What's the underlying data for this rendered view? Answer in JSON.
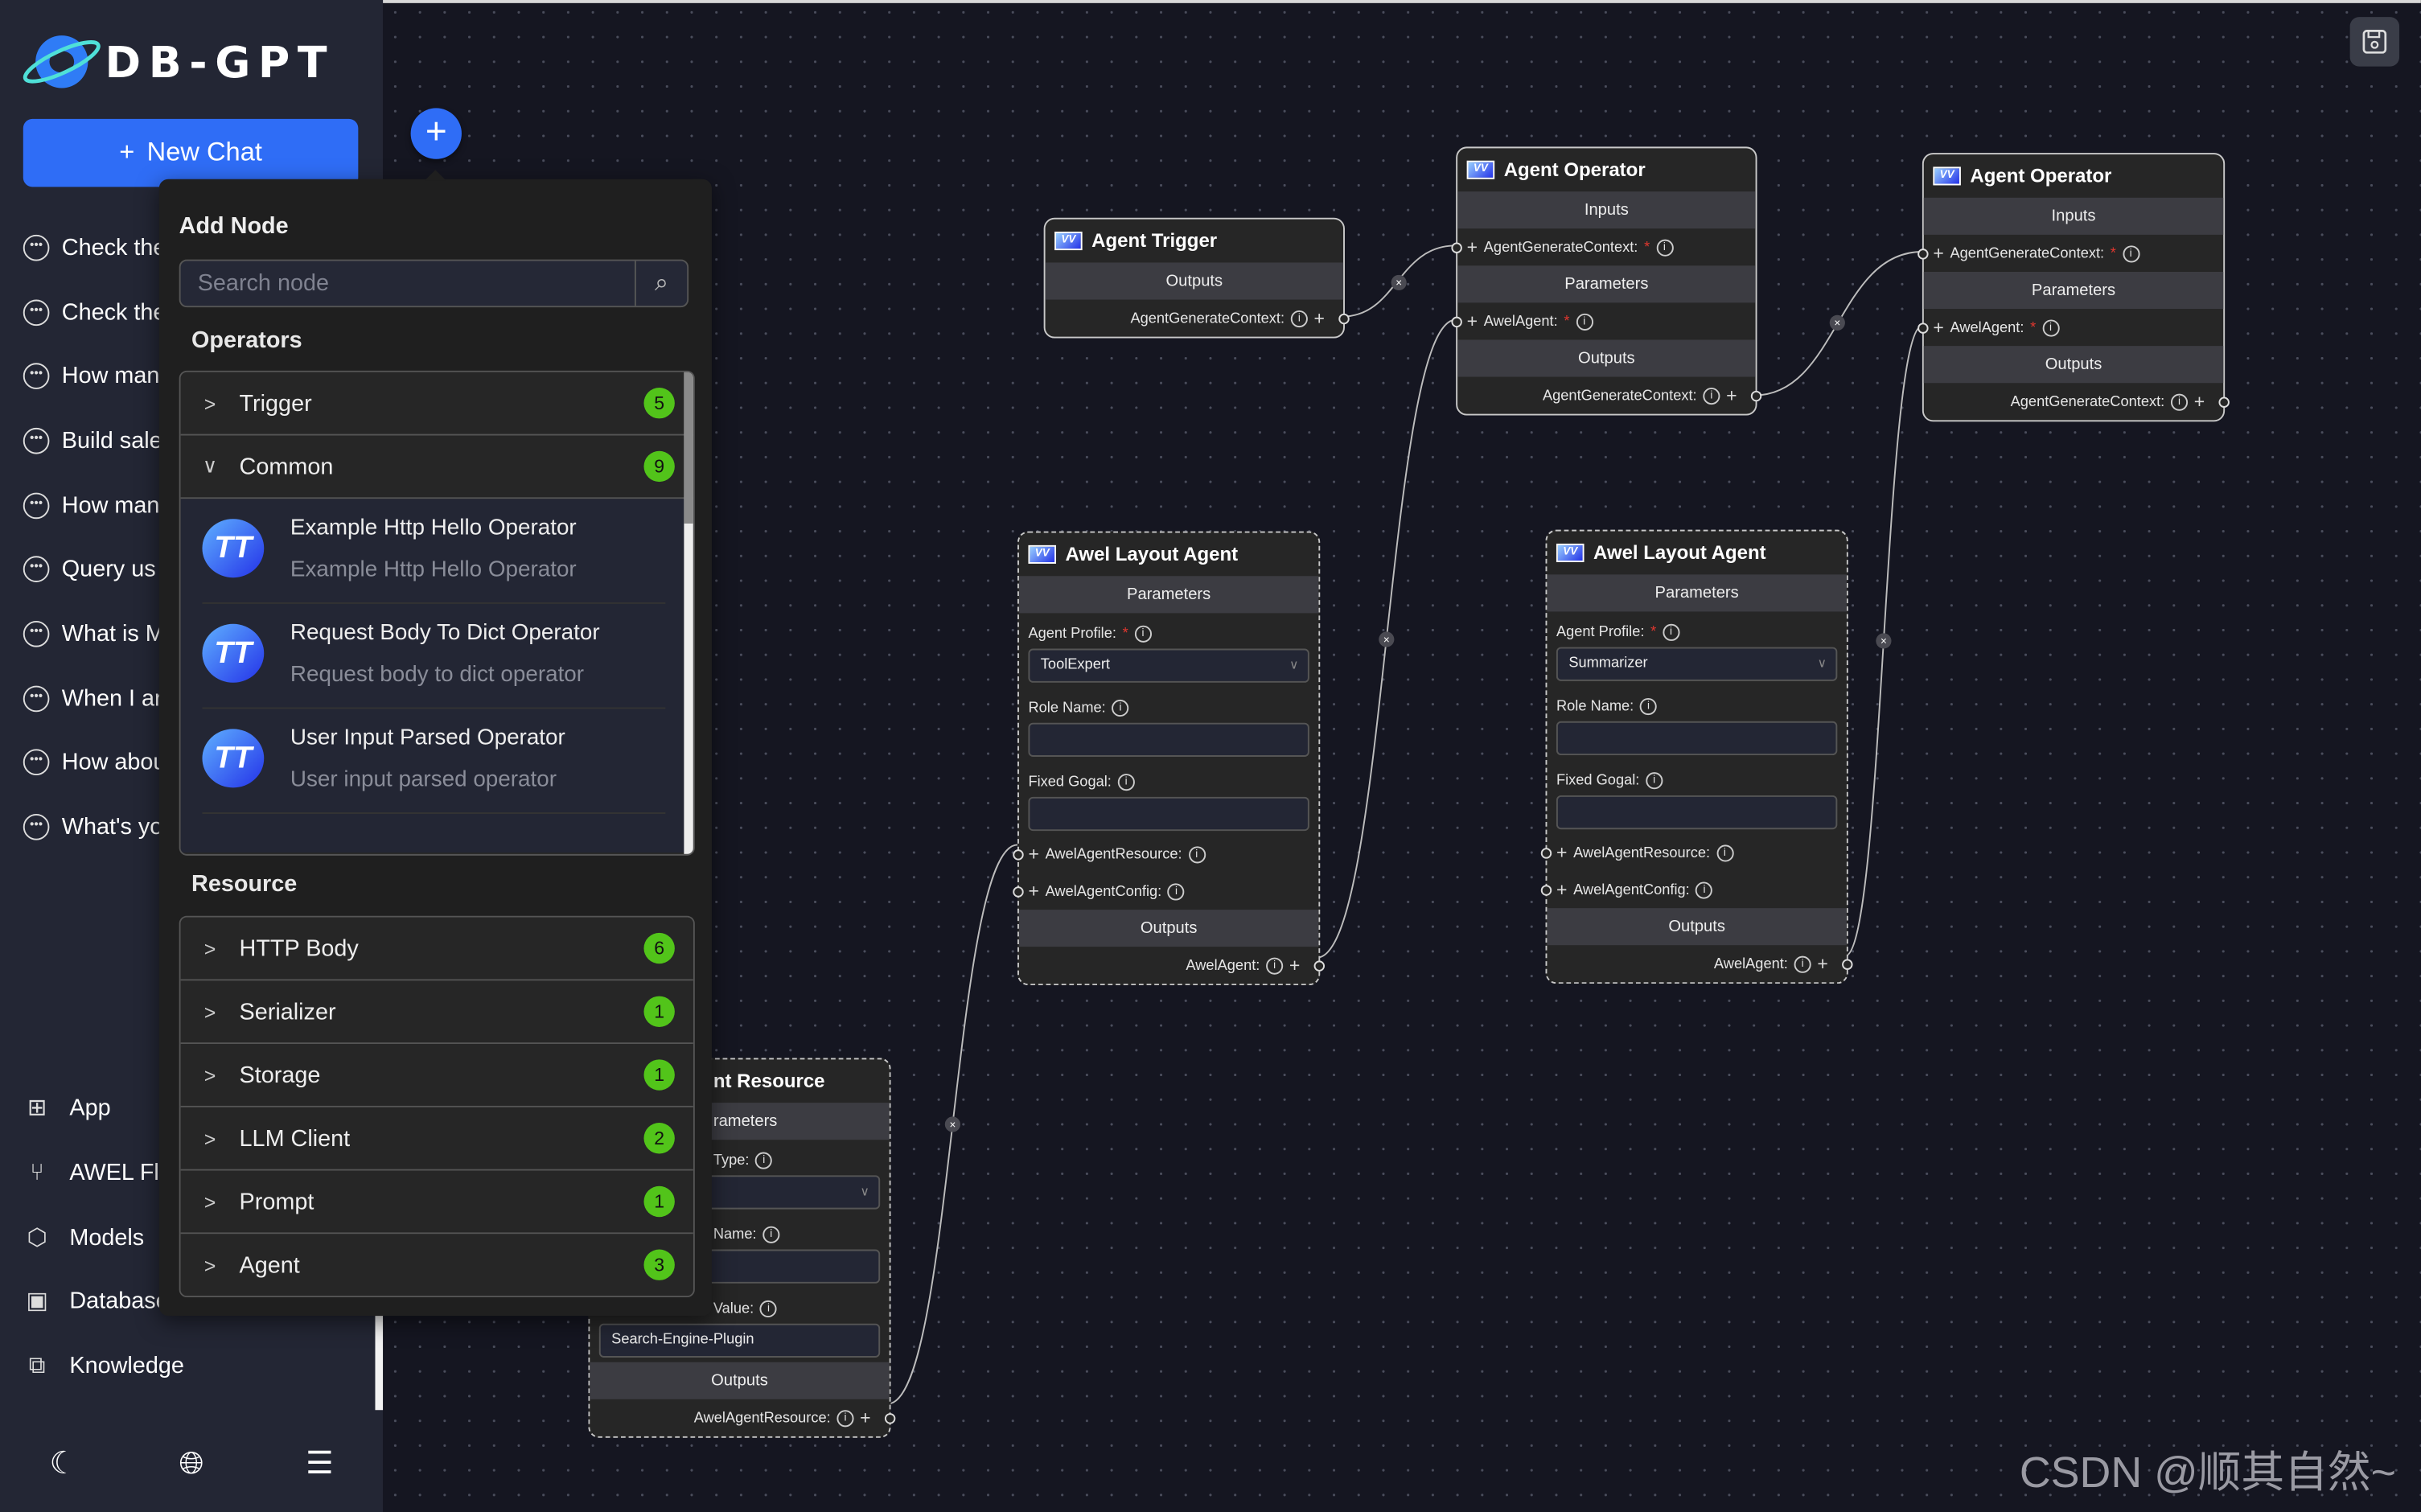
{
  "brand": {
    "name": "DB-GPT"
  },
  "sidebar": {
    "new_chat_label": "New Chat",
    "chats": [
      "Check the",
      "Check the",
      "How man",
      "Build sale",
      "How man",
      "Query us",
      "What is M",
      "When I ar",
      "How abou",
      "What's yo"
    ],
    "nav": [
      {
        "label": "App",
        "icon": "app-grid-icon"
      },
      {
        "label": "AWEL Fl",
        "icon": "flow-icon"
      },
      {
        "label": "Models",
        "icon": "cube-icon"
      },
      {
        "label": "Database",
        "icon": "sql-database-icon"
      },
      {
        "label": "Knowledge",
        "icon": "knowledge-graph-icon"
      }
    ],
    "bottom_icons": [
      "moon-icon",
      "globe-icon",
      "menu-fold-icon"
    ]
  },
  "add_node": {
    "title": "Add Node",
    "search_placeholder": "Search node",
    "operators_heading": "Operators",
    "operator_groups": [
      {
        "label": "Trigger",
        "count": "5",
        "expanded": false
      },
      {
        "label": "Common",
        "count": "9",
        "expanded": true
      }
    ],
    "common_items": [
      {
        "name": "Example Http Hello Operator",
        "description": "Example Http Hello Operator"
      },
      {
        "name": "Request Body To Dict Operator",
        "description": "Request body to dict operator"
      },
      {
        "name": "User Input Parsed Operator",
        "description": "User input parsed operator"
      }
    ],
    "resource_heading": "Resource",
    "resource_groups": [
      {
        "label": "HTTP Body",
        "count": "6"
      },
      {
        "label": "Serializer",
        "count": "1"
      },
      {
        "label": "Storage",
        "count": "1"
      },
      {
        "label": "LLM Client",
        "count": "2"
      },
      {
        "label": "Prompt",
        "count": "1"
      },
      {
        "label": "Agent",
        "count": "3"
      }
    ],
    "badge_color": "#52c41a"
  },
  "flow": {
    "nodes": [
      {
        "title": "Agent Trigger",
        "dashed": false,
        "rows": [
          {
            "t": "band",
            "label": "Outputs"
          },
          {
            "t": "out",
            "label": "AgentGenerateContext:"
          }
        ]
      },
      {
        "title": "Agent Operator",
        "dashed": false,
        "rows": [
          {
            "t": "band",
            "label": "Inputs"
          },
          {
            "t": "in",
            "label": "AgentGenerateContext:",
            "required": true
          },
          {
            "t": "band",
            "label": "Parameters"
          },
          {
            "t": "in",
            "label": "AwelAgent:",
            "required": true
          },
          {
            "t": "band",
            "label": "Outputs"
          },
          {
            "t": "out",
            "label": "AgentGenerateContext:"
          }
        ]
      },
      {
        "title": "Agent Operator",
        "dashed": false,
        "rows": [
          {
            "t": "band",
            "label": "Inputs"
          },
          {
            "t": "in",
            "label": "AgentGenerateContext:",
            "required": true
          },
          {
            "t": "band",
            "label": "Parameters"
          },
          {
            "t": "in",
            "label": "AwelAgent:",
            "required": true
          },
          {
            "t": "band",
            "label": "Outputs"
          },
          {
            "t": "out",
            "label": "AgentGenerateContext:"
          }
        ]
      },
      {
        "title": "Awel Layout Agent",
        "dashed": true,
        "rows": [
          {
            "t": "band",
            "label": "Parameters"
          },
          {
            "t": "param",
            "label": "Agent Profile:",
            "required": true,
            "value": "ToolExpert",
            "select": true
          },
          {
            "t": "param",
            "label": "Role Name:",
            "value": ""
          },
          {
            "t": "param",
            "label": "Fixed Gogal:",
            "value": ""
          },
          {
            "t": "in",
            "label": "AwelAgentResource:"
          },
          {
            "t": "in",
            "label": "AwelAgentConfig:"
          },
          {
            "t": "band",
            "label": "Outputs"
          },
          {
            "t": "out",
            "label": "AwelAgent:"
          }
        ]
      },
      {
        "title": "Awel Layout Agent",
        "dashed": true,
        "rows": [
          {
            "t": "band",
            "label": "Parameters"
          },
          {
            "t": "param",
            "label": "Agent Profile:",
            "required": true,
            "value": "Summarizer",
            "select": true
          },
          {
            "t": "param",
            "label": "Role Name:",
            "value": ""
          },
          {
            "t": "param",
            "label": "Fixed Gogal:",
            "value": ""
          },
          {
            "t": "in",
            "label": "AwelAgentResource:"
          },
          {
            "t": "in",
            "label": "AwelAgentConfig:"
          },
          {
            "t": "band",
            "label": "Outputs"
          },
          {
            "t": "out",
            "label": "AwelAgent:"
          }
        ]
      },
      {
        "title": "nt Resource",
        "dashed": true,
        "partial": true,
        "rows": [
          {
            "t": "band",
            "label": "rameters"
          },
          {
            "t": "param",
            "label": "Type:",
            "value": "",
            "select": true
          },
          {
            "t": "param",
            "label": "Name:",
            "value": ""
          },
          {
            "t": "param",
            "label": "Value:",
            "value": "Search-Engine-Plugin"
          },
          {
            "t": "band",
            "label": "Outputs"
          },
          {
            "t": "out",
            "label": "AwelAgentResource:"
          }
        ]
      }
    ]
  },
  "watermark": "CSDN @顺其自然~"
}
